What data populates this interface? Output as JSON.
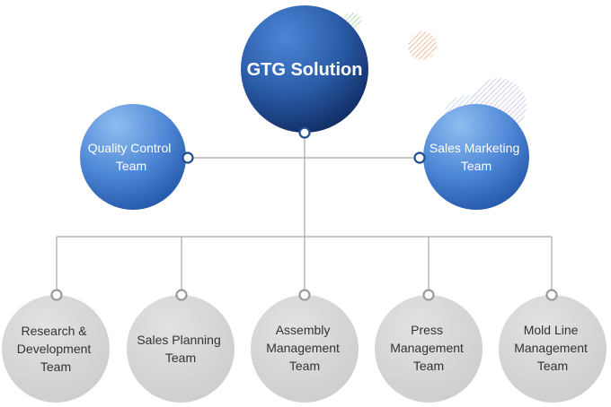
{
  "root": {
    "label": "GTG Solution"
  },
  "middle": [
    {
      "id": "quality-control",
      "lines": [
        "Quality Control",
        "Team"
      ]
    },
    {
      "id": "sales-marketing",
      "lines": [
        "Sales Marketing",
        "Team"
      ]
    }
  ],
  "bottom": [
    {
      "id": "research-development",
      "lines": [
        "Research &",
        "Development",
        "Team"
      ]
    },
    {
      "id": "sales-planning",
      "lines": [
        "Sales Planning",
        "Team"
      ]
    },
    {
      "id": "assembly-management",
      "lines": [
        "Assembly",
        "Management",
        "Team"
      ]
    },
    {
      "id": "press-management",
      "lines": [
        "Press",
        "Management",
        "Team"
      ]
    },
    {
      "id": "mold-line-management",
      "lines": [
        "Mold Line",
        "Management",
        "Team"
      ]
    }
  ],
  "colors": {
    "blue_light": "#7fb0e6",
    "blue_mid": "#3a72c4",
    "blue_dark": "#12336e",
    "gray_node": "#d6d6d6",
    "connector": "#a8a8a8",
    "port_stroke_blue": "#1f4f92",
    "port_stroke_gray": "#9a9a9a",
    "bottom_text": "#333333",
    "white": "#ffffff"
  }
}
